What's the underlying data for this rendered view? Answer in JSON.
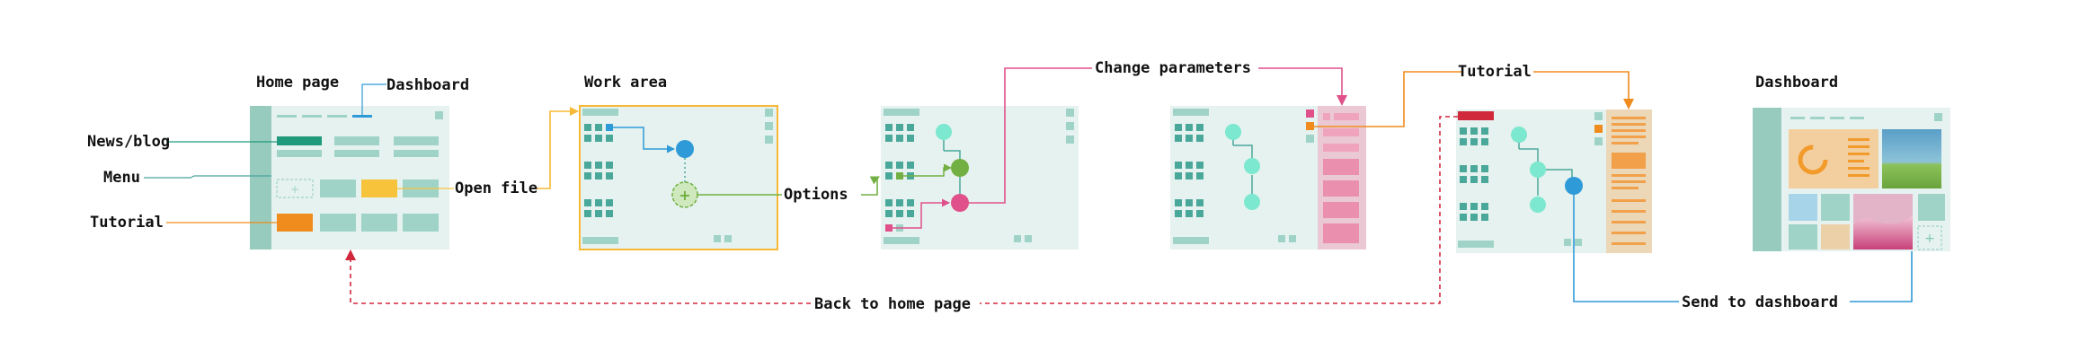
{
  "labels": {
    "home_page": "Home page",
    "dashboard_top": "Dashboard",
    "news_blog": "News/blog",
    "menu": "Menu",
    "tutorial_left": "Tutorial",
    "open_file": "Open file",
    "work_area": "Work area",
    "options": "Options",
    "change_parameters": "Change parameters",
    "tutorial_right": "Tutorial",
    "dashboard_right": "Dashboard",
    "back_to_home": "Back to home page",
    "send_to_dashboard": "Send to dashboard"
  },
  "colors": {
    "panel_bg": "#e6f2ef",
    "sidebar": "#97cbbd",
    "block": "#9fd3c7",
    "dark_teal": "#1f9a7c",
    "node_teal": "#7be8cf",
    "orange": "#f08c1e",
    "yellow": "#f7c33a",
    "blue": "#2f9ad8",
    "green": "#72b043",
    "pink": "#e0508a",
    "red": "#d0293b",
    "light_pink": "#eac9d4",
    "tan": "#ecd7b7"
  }
}
